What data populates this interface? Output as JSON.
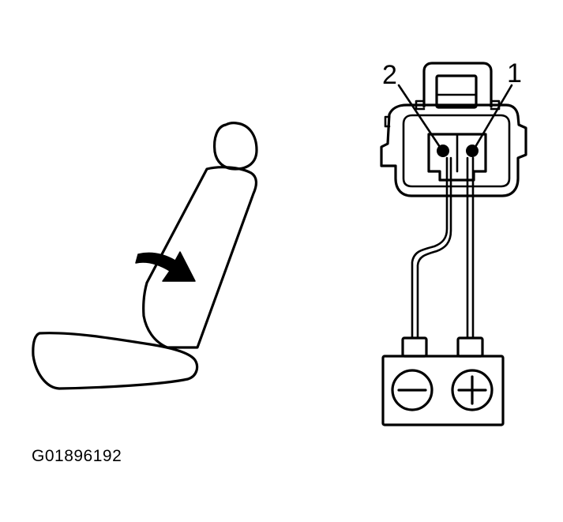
{
  "figure": {
    "code": "G01896192"
  },
  "connector": {
    "pins": [
      {
        "label": "2"
      },
      {
        "label": "1"
      }
    ]
  },
  "battery": {
    "negative_terminal_icon": "minus-icon",
    "positive_terminal_icon": "plus-icon"
  },
  "seat": {
    "arrow_icon": "curved-arrow-icon"
  }
}
